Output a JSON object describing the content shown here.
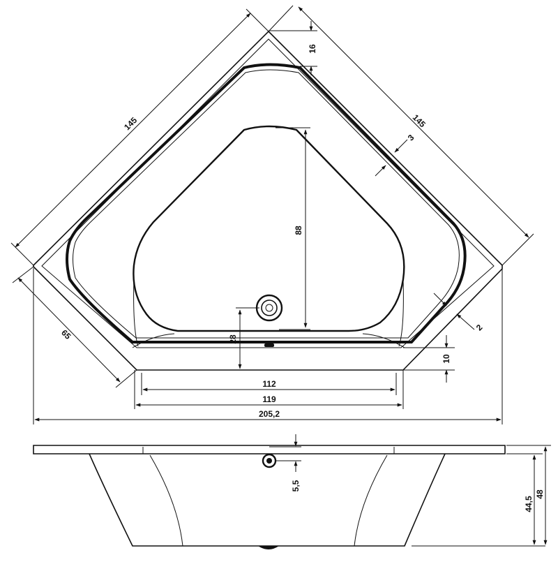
{
  "diagram": {
    "top_view": {
      "dimensions": {
        "left_side": "145",
        "right_side": "145",
        "corner_offset": "16",
        "rim_width": "3",
        "inner_depth": "88",
        "short_side": "65",
        "bottom_gap": "2",
        "drain_offset": "28",
        "front_step": "10",
        "inner_width": "112",
        "base_width": "119",
        "overall_width": "205,2"
      }
    },
    "side_view": {
      "dimensions": {
        "drain_height": "5,5",
        "height_inner": "44,5",
        "height_total": "48"
      }
    }
  }
}
